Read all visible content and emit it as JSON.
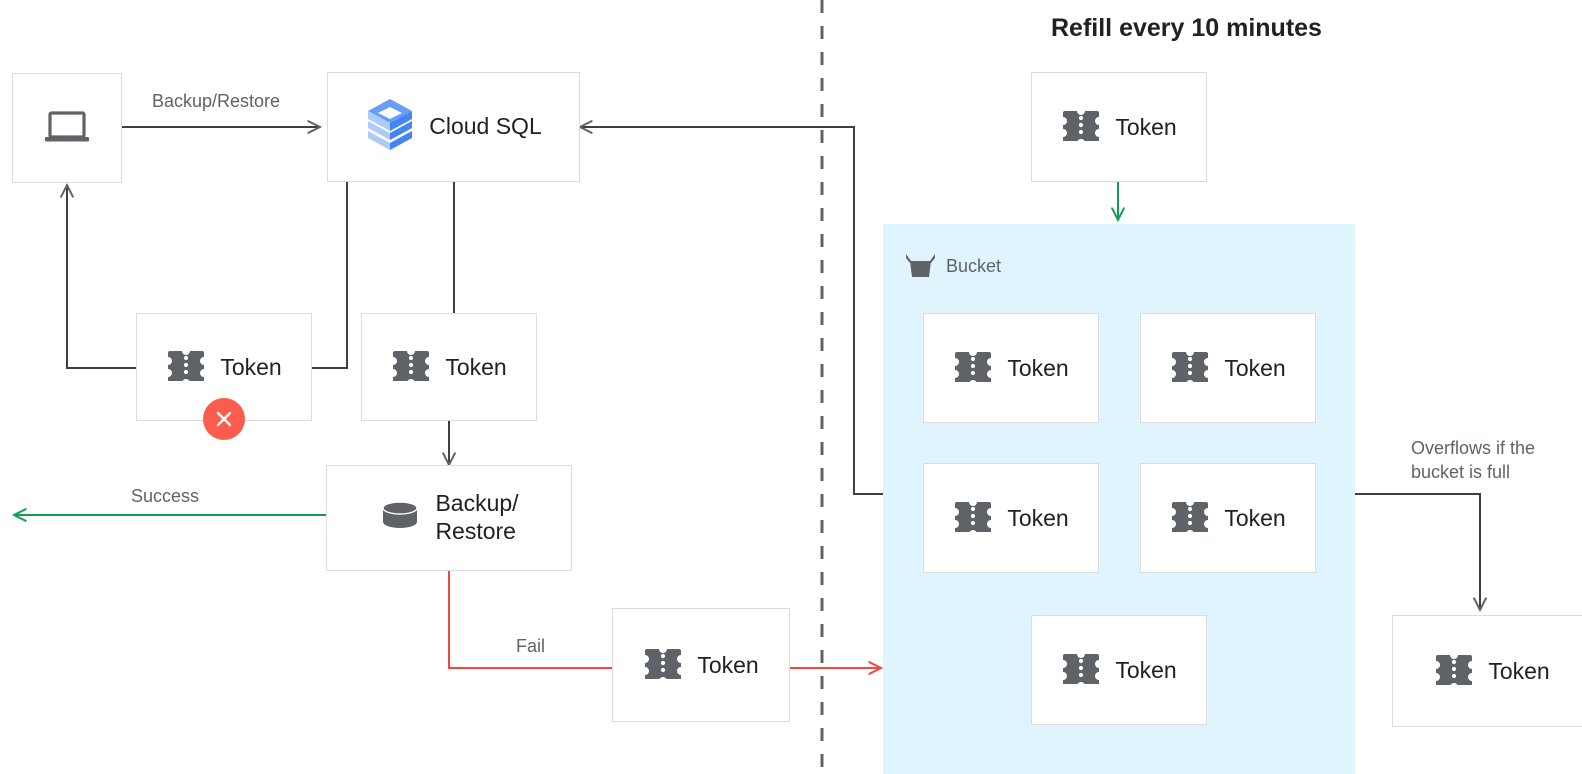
{
  "heading": {
    "text": "Refill every 10 minutes"
  },
  "bucket": {
    "label": "Bucket",
    "icon": "bucket-icon",
    "fill_color": "#e0f4fd",
    "tokens": [
      {
        "label": "Token"
      },
      {
        "label": "Token"
      },
      {
        "label": "Token"
      },
      {
        "label": "Token"
      },
      {
        "label": "Token"
      }
    ]
  },
  "nodes": {
    "client": {
      "label": "",
      "icon": "laptop-icon"
    },
    "cloud_sql": {
      "label": "Cloud SQL",
      "icon": "cloud-sql-icon"
    },
    "token_fail": {
      "label": "Token",
      "icon": "token-icon",
      "badge": "error-x-icon"
    },
    "token_request": {
      "label": "Token",
      "icon": "token-icon"
    },
    "backup_restore": {
      "label": "Backup/\nRestore",
      "icon": "database-icon"
    },
    "token_rejected": {
      "label": "Token",
      "icon": "token-icon"
    },
    "token_refill": {
      "label": "Token",
      "icon": "token-icon"
    },
    "token_overflow": {
      "label": "Token",
      "icon": "token-icon"
    }
  },
  "edge_labels": {
    "backup_restore": "Backup/Restore",
    "success": "Success",
    "fail": "Fail",
    "overflow": "Overflows if the\nbucket is full"
  },
  "colors": {
    "accent_blue": "#4285f4",
    "accent_blue_light": "#a6c6fb",
    "accent_blue_mid": "#7baaf7",
    "success_green": "#0f9d58",
    "error_red": "#fc5c4c",
    "fail_red": "#f4463a",
    "wire_gray": "#5f6368",
    "border_gray": "#dadce0",
    "icon_gray": "#5f6368",
    "bucket_blue": "#e0f4fd"
  }
}
